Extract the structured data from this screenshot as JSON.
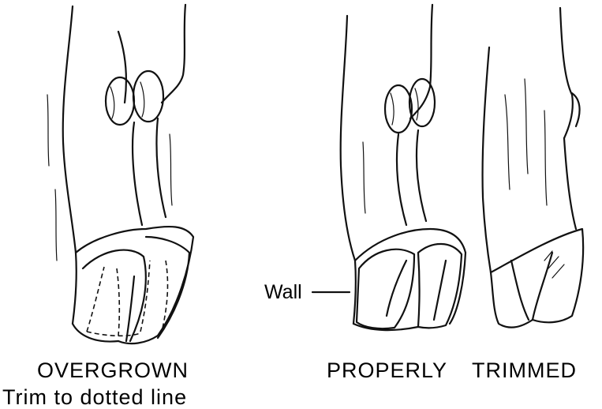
{
  "captions": {
    "overgrown": "OVERGROWN",
    "overgrown_sub": "Trim to dotted line",
    "properly": "PROPERLY",
    "trimmed": "TRIMMED"
  },
  "labels": {
    "wall": "Wall"
  }
}
